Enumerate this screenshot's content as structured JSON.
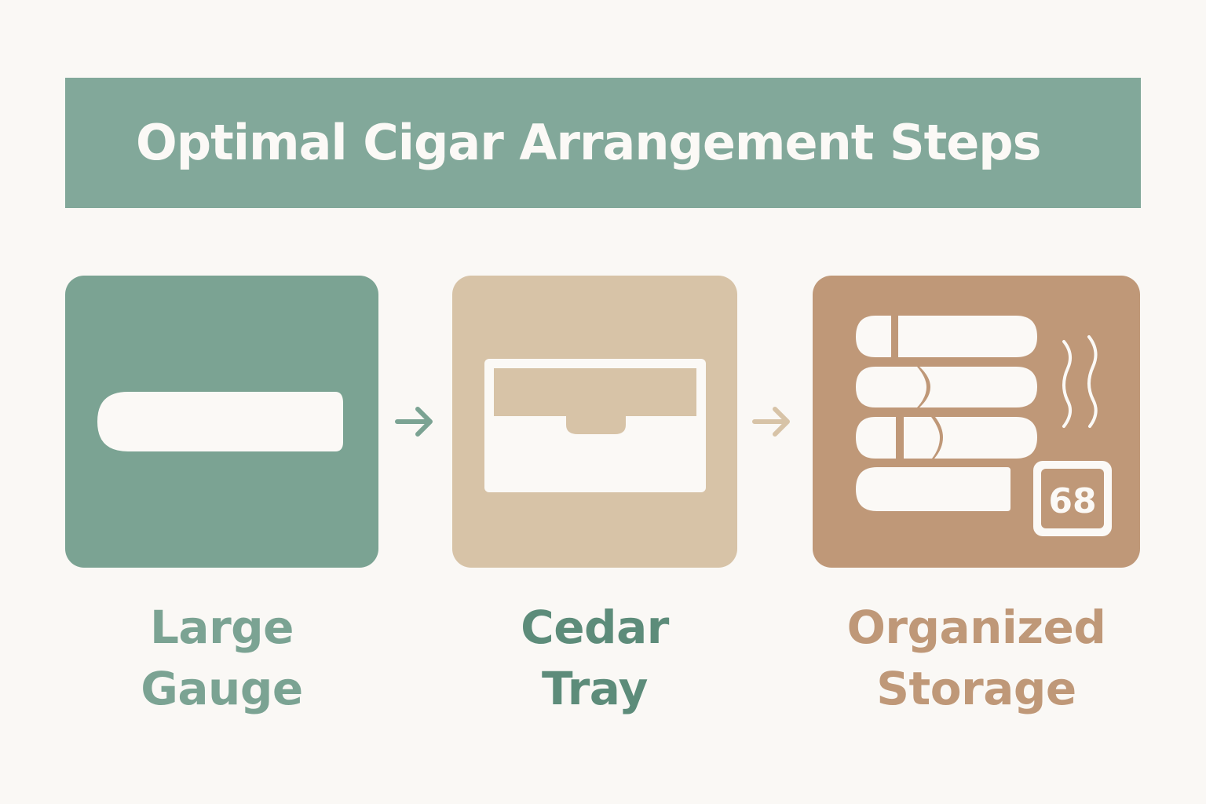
{
  "title": "Optimal Cigar Arrangement Steps",
  "colors": {
    "background": "#faf8f5",
    "banner": "#82a89a",
    "step1": "#7ba393",
    "step2": "#d7c3a7",
    "step3": "#bf9878",
    "label2": "#5d8c7a",
    "icon_fill": "#fbf9f6"
  },
  "steps": [
    {
      "icon": "single-cigar-icon",
      "label_line1": "Large",
      "label_line2": "Gauge"
    },
    {
      "icon": "cedar-tray-icon",
      "label_line1": "Cedar",
      "label_line2": "Tray"
    },
    {
      "icon": "stacked-cigars-humidity-icon",
      "label_line1": "Organized",
      "label_line2": "Storage",
      "humidity_value": "68"
    }
  ],
  "arrows": [
    {
      "icon": "arrow-right-icon",
      "color": "#7ba393"
    },
    {
      "icon": "arrow-right-icon",
      "color": "#d7c3a7"
    }
  ]
}
